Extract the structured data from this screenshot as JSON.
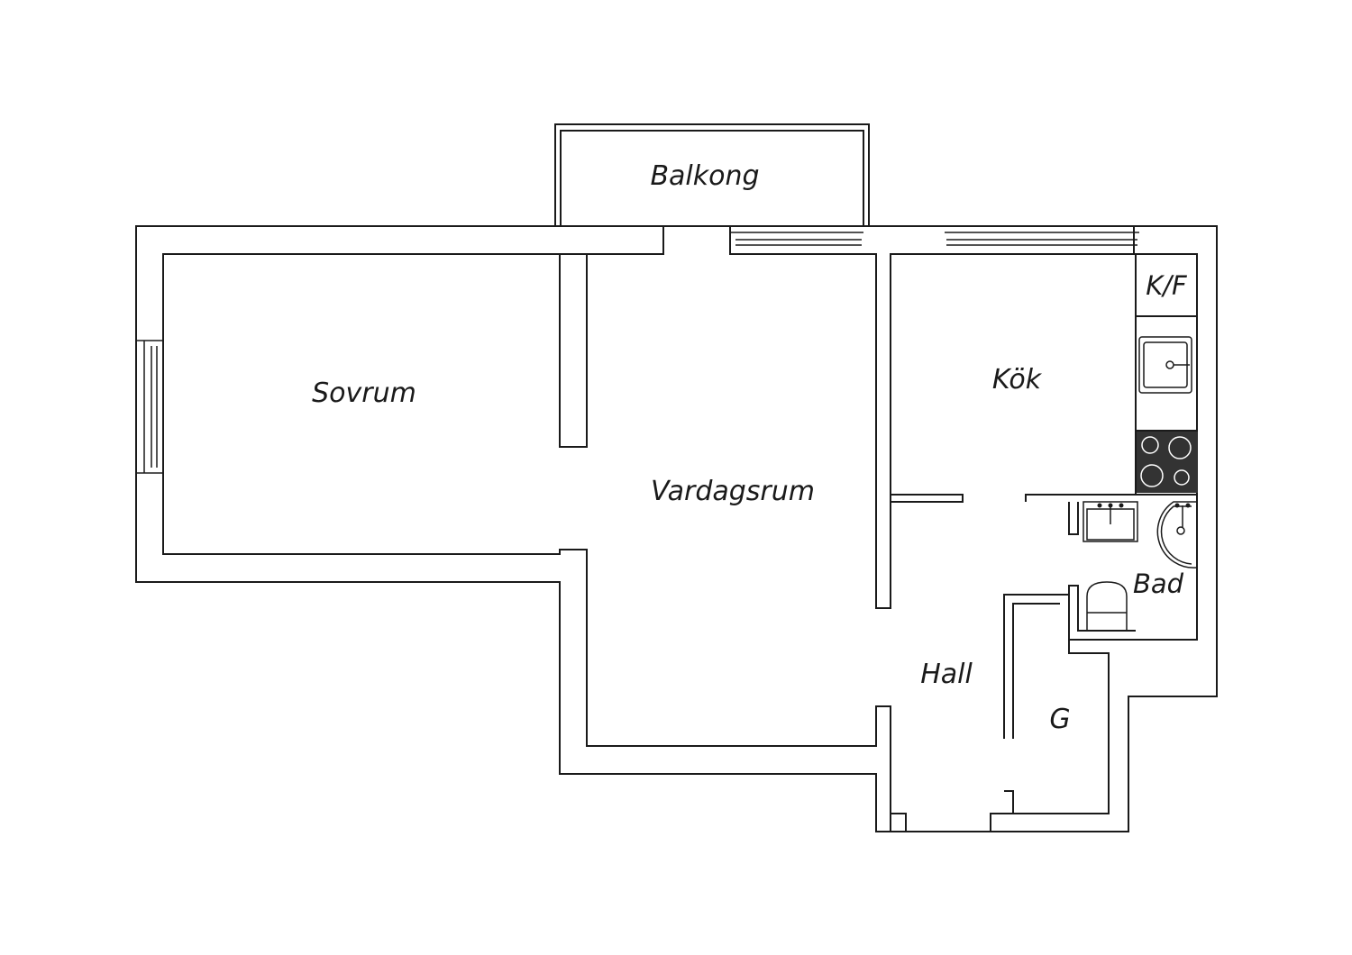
{
  "rooms": {
    "balkong": "Balkong",
    "sovrum": "Sovrum",
    "vardagsrum": "Vardagsrum",
    "kok": "Kök",
    "kf": "K/F",
    "bad": "Bad",
    "hall": "Hall",
    "g": "G"
  },
  "colors": {
    "wall_stroke": "#1a1a1a",
    "background": "#ffffff",
    "stove_fill": "#333333"
  }
}
